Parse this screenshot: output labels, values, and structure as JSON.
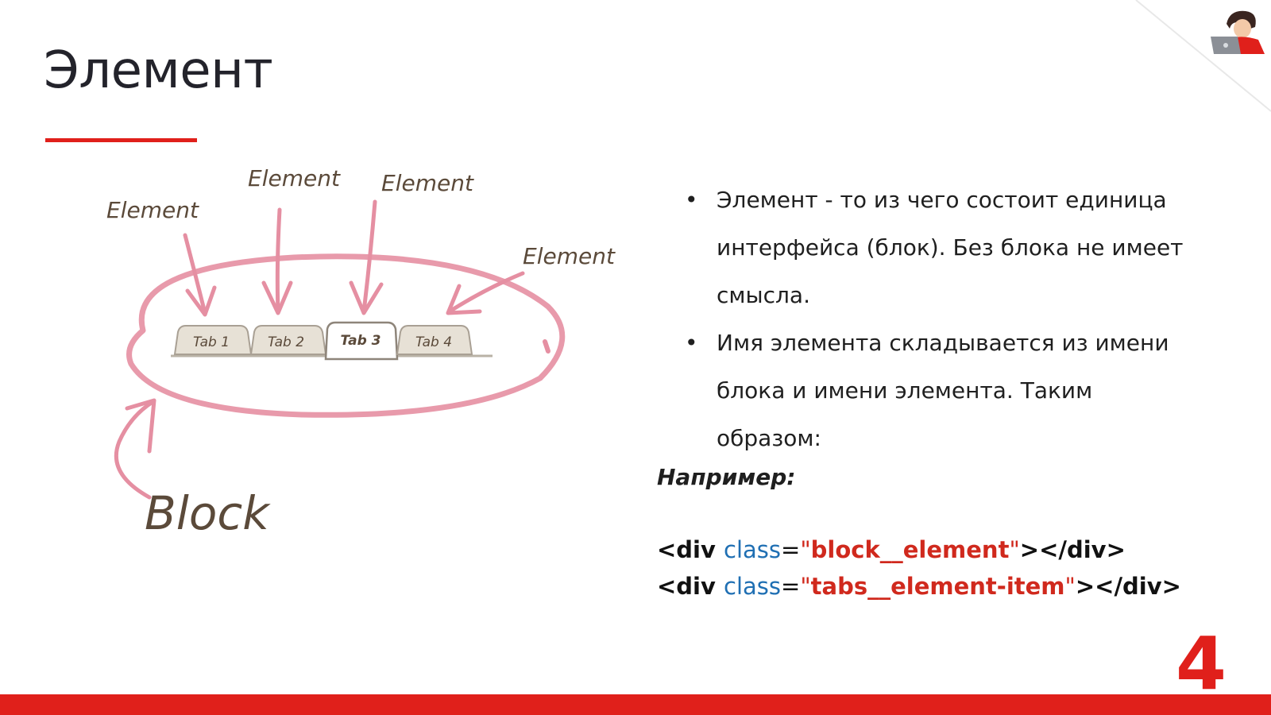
{
  "slide": {
    "title": "Элемент",
    "page_number": "4"
  },
  "illustration": {
    "element_labels": [
      "Element",
      "Element",
      "Element",
      "Element"
    ],
    "tabs": [
      "Tab 1",
      "Tab 2",
      "Tab 3",
      "Tab 4"
    ],
    "block_label": "Block"
  },
  "bullets": [
    "Элемент - то из чего состоит единица интерфейса (блок). Без блока не имеет смысла.",
    "Имя элемента складывается из имени блока и имени элемента. Таким образом:"
  ],
  "example": {
    "label": "Например:",
    "lines": [
      {
        "open": "<div ",
        "attr": "class",
        "eq": "=",
        "q1": "\"",
        "value": "block__element",
        "q2": "\"",
        "close": "></div>"
      },
      {
        "open": "<div ",
        "attr": "class",
        "eq": "=",
        "q1": "\"",
        "value": "tabs__element-item",
        "q2": "\"",
        "close": "></div>"
      }
    ]
  },
  "colors": {
    "accent": "#e0201b",
    "code_attr": "#1f6fb3",
    "code_value": "#d0291d",
    "sketch_pink": "#e58fa2",
    "sketch_text": "#5b4a3a"
  }
}
